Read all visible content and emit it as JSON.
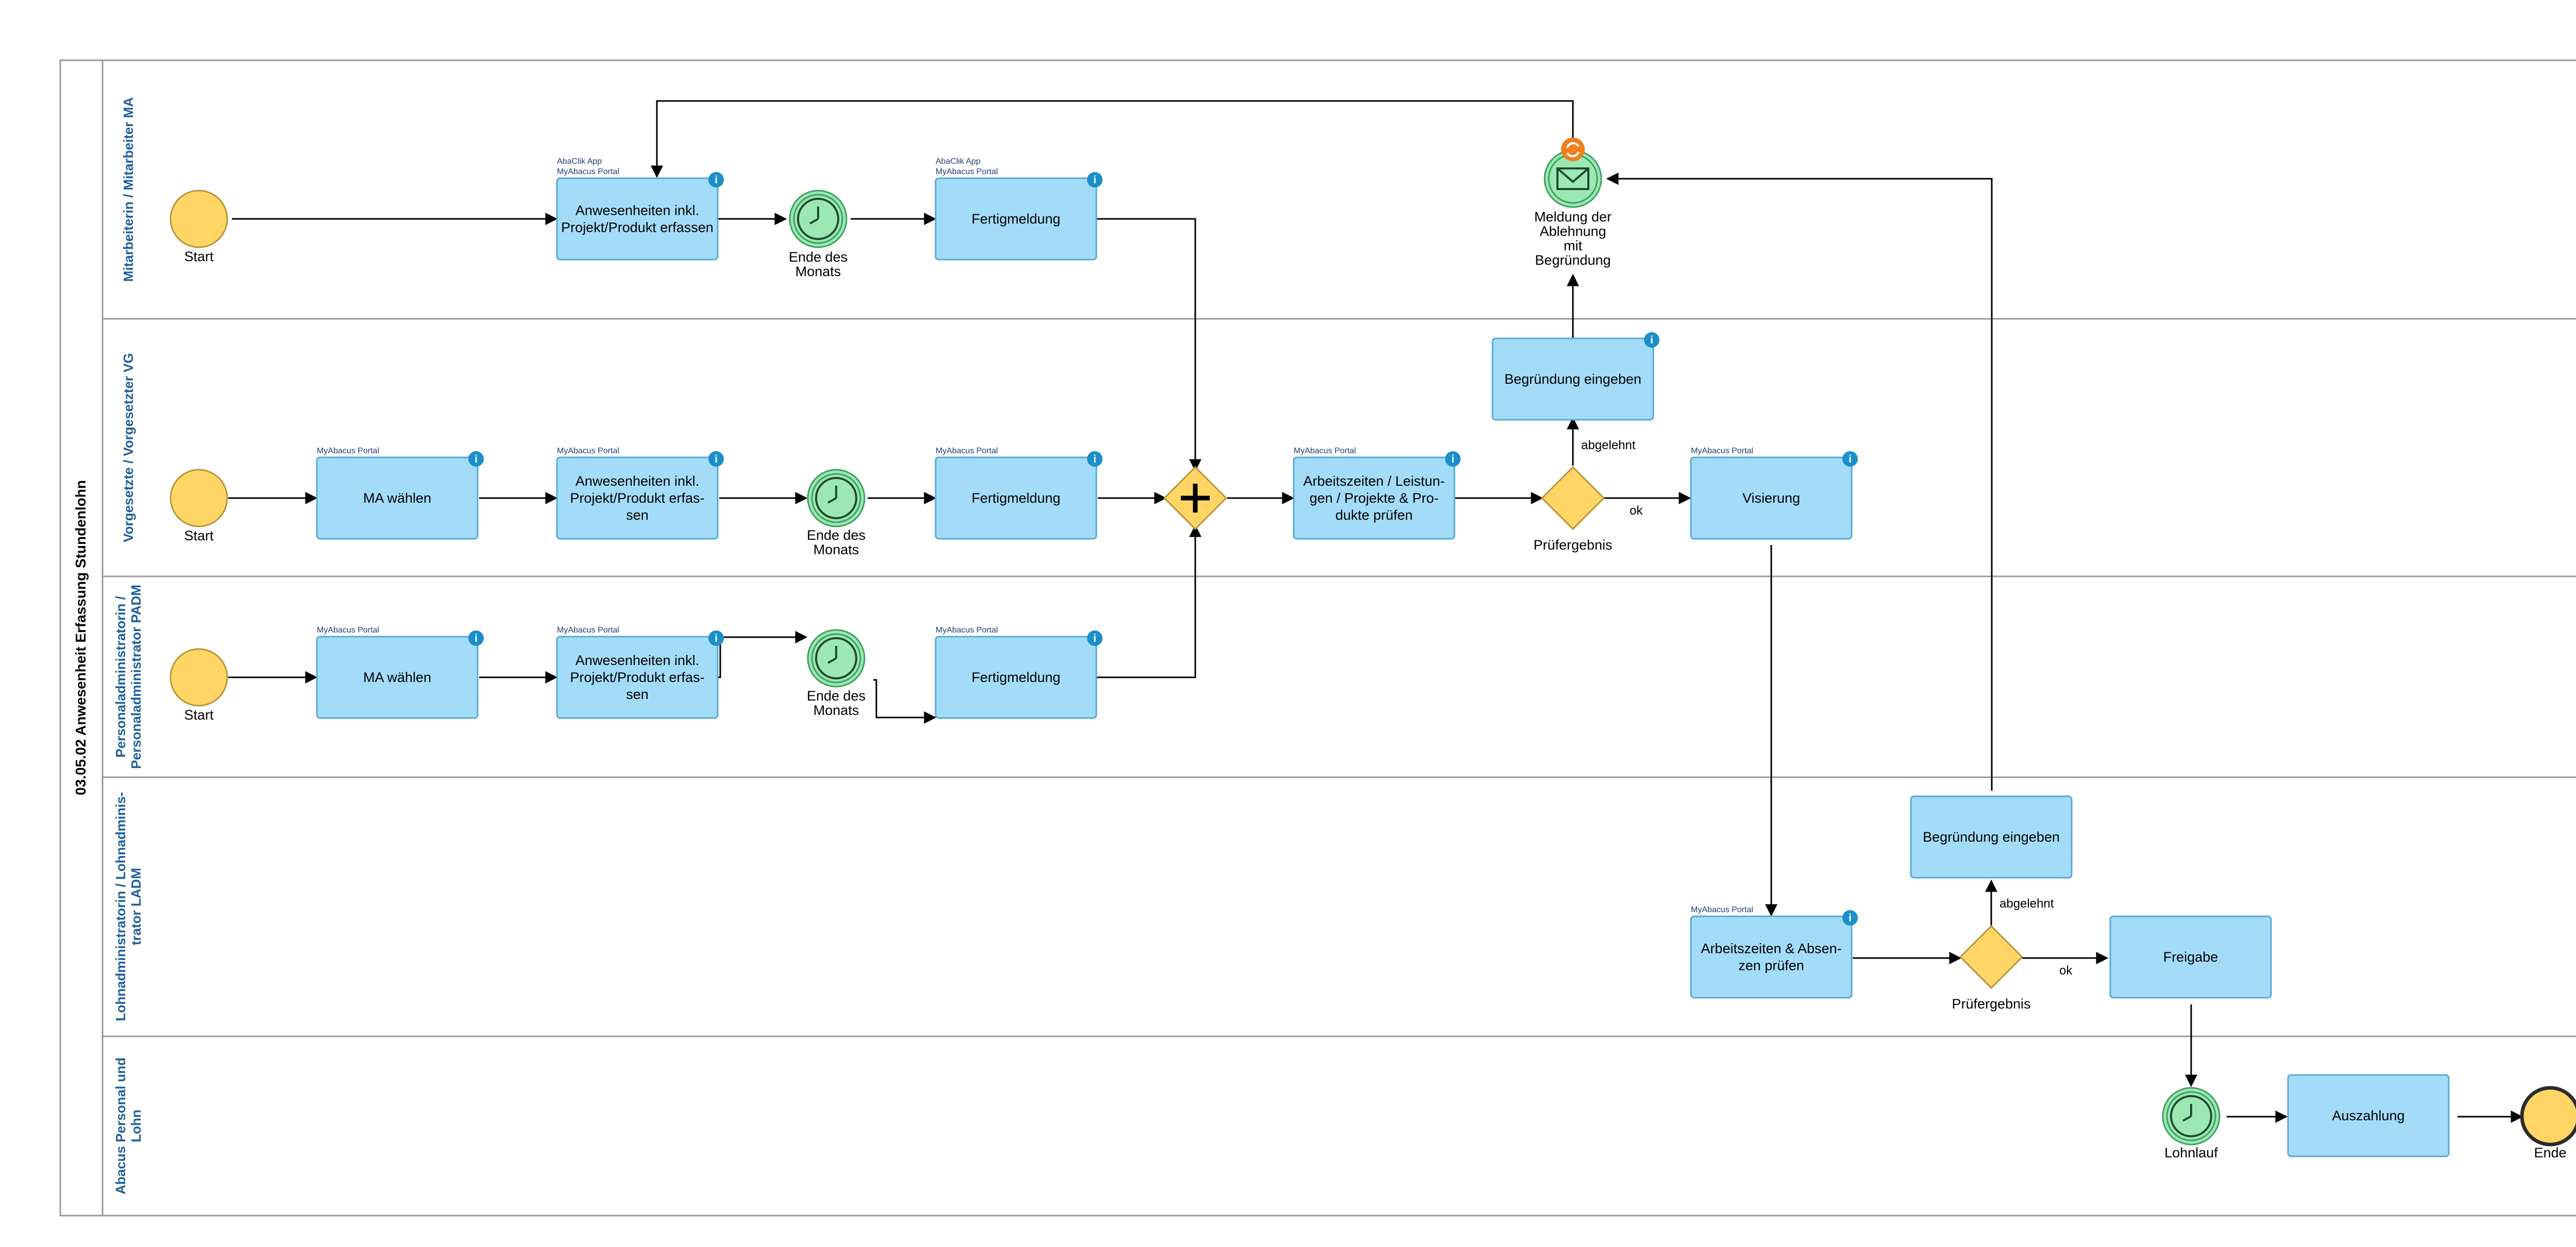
{
  "pool": {
    "title": "03.05.02 Anwesenheit Erfassung Stundenlohn"
  },
  "lanes": [
    {
      "id": "ma",
      "lines": [
        "Mitarbeiterin / Mitarbeiter MA"
      ]
    },
    {
      "id": "vg",
      "lines": [
        "Vorgesetzte / Vorgesetzter VG"
      ]
    },
    {
      "id": "padm",
      "lines": [
        "Personaladministratorin /",
        "Personaladministrator PADM"
      ]
    },
    {
      "id": "ladm",
      "lines": [
        "Lohnadministratorin / Lohnadminis-",
        "trator LADM"
      ]
    },
    {
      "id": "aba",
      "lines": [
        "Abacus Personal und",
        "Lohn"
      ]
    }
  ],
  "tasks": [
    {
      "id": "ma_erfassen",
      "tool": [
        "AbaClik App",
        "MyAbacus Portal"
      ],
      "label": [
        "Anwesenheiten inkl.",
        "Projekt/Produkt erfassen"
      ],
      "info": true
    },
    {
      "id": "ma_fertig",
      "tool": [
        "AbaClik App",
        "MyAbacus Portal"
      ],
      "label": [
        "Fertigmeldung"
      ],
      "info": true
    },
    {
      "id": "vg_wahlen",
      "tool": [
        "MyAbacus Portal"
      ],
      "label": [
        "MA wählen"
      ],
      "info": true
    },
    {
      "id": "vg_erfassen",
      "tool": [
        "MyAbacus Portal"
      ],
      "label": [
        "Anwesenheiten inkl.",
        "Projekt/Produkt erfas-",
        "sen"
      ],
      "info": true
    },
    {
      "id": "vg_fertig",
      "tool": [
        "MyAbacus Portal"
      ],
      "label": [
        "Fertigmeldung"
      ],
      "info": true
    },
    {
      "id": "vg_pruefen",
      "tool": [
        "MyAbacus Portal"
      ],
      "label": [
        "Arbeitszeiten / Leistun-",
        "gen / Projekte & Pro-",
        "dukte prüfen"
      ],
      "info": true
    },
    {
      "id": "vg_begruendung",
      "tool": [],
      "label": [
        "Begründung eingeben"
      ],
      "info": true
    },
    {
      "id": "vg_visierung",
      "tool": [
        "MyAbacus Portal"
      ],
      "label": [
        "Visierung"
      ],
      "info": true
    },
    {
      "id": "padm_wahlen",
      "tool": [
        "MyAbacus Portal"
      ],
      "label": [
        "MA wählen"
      ],
      "info": true
    },
    {
      "id": "padm_erfassen",
      "tool": [
        "MyAbacus Portal"
      ],
      "label": [
        "Anwesenheiten inkl.",
        "Projekt/Produkt erfas-",
        "sen"
      ],
      "info": true
    },
    {
      "id": "padm_fertig",
      "tool": [
        "MyAbacus Portal"
      ],
      "label": [
        "Fertigmeldung"
      ],
      "info": true
    },
    {
      "id": "ladm_begruendung",
      "tool": [],
      "label": [
        "Begründung eingeben"
      ],
      "info": false
    },
    {
      "id": "ladm_pruefen",
      "tool": [
        "MyAbacus Portal"
      ],
      "label": [
        "Arbeitszeiten & Absen-",
        "zen prüfen"
      ],
      "info": true
    },
    {
      "id": "ladm_freigabe",
      "tool": [],
      "label": [
        "Freigabe"
      ],
      "info": false
    },
    {
      "id": "aba_auszahlung",
      "tool": [],
      "label": [
        "Auszahlung"
      ],
      "info": false
    }
  ],
  "events": [
    {
      "id": "ma_start",
      "type": "start",
      "label": [
        "Start"
      ]
    },
    {
      "id": "ma_timer",
      "type": "timer",
      "label": [
        "Ende des",
        "Monats"
      ]
    },
    {
      "id": "ma_message",
      "type": "message",
      "label": [
        "Meldung der",
        "Ablehnung",
        "mit",
        "Begründung"
      ]
    },
    {
      "id": "vg_start",
      "type": "start",
      "label": [
        "Start"
      ]
    },
    {
      "id": "vg_timer",
      "type": "timer",
      "label": [
        "Ende des",
        "Monats"
      ]
    },
    {
      "id": "padm_start",
      "type": "start",
      "label": [
        "Start"
      ]
    },
    {
      "id": "padm_timer",
      "type": "timer",
      "label": [
        "Ende des",
        "Monats"
      ]
    },
    {
      "id": "aba_timer",
      "type": "timer",
      "label": [
        "Lohnlauf"
      ]
    },
    {
      "id": "aba_end",
      "type": "end",
      "label": [
        "Ende"
      ]
    }
  ],
  "gateways": [
    {
      "id": "vg_parallel",
      "type": "parallel",
      "label": []
    },
    {
      "id": "vg_gw",
      "type": "exclusive",
      "label": [
        "Prüfergebnis"
      ]
    },
    {
      "id": "ladm_gw",
      "type": "exclusive",
      "label": [
        "Prüfergebnis"
      ]
    }
  ],
  "edge_labels": [
    {
      "id": "vg_abgelehnt",
      "text": "abgelehnt"
    },
    {
      "id": "vg_ok",
      "text": "ok"
    },
    {
      "id": "ladm_abgelehnt",
      "text": "abgelehnt"
    },
    {
      "id": "ladm_ok",
      "text": "ok"
    }
  ],
  "colors": {
    "task_fill": "#a3dcf9",
    "task_stroke": "#5aa9d6",
    "start_fill": "#ffd666",
    "intermediate_fill": "#9be8b4",
    "gateway_fill": "#ffd666",
    "lane_text": "#1f5f9a",
    "info_badge": "#1b8fc9",
    "refresh_badge": "#f07f1f"
  }
}
